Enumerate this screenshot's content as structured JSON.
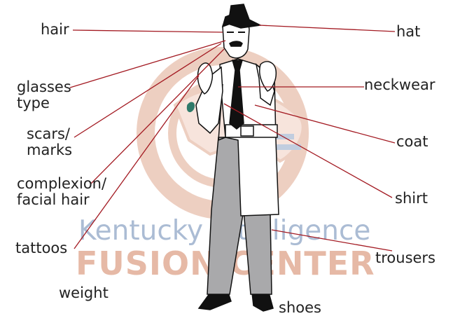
{
  "watermark": {
    "line1": "Kentucky Intelligence",
    "line2": "FUSION CENTER",
    "color_blue": "#8fa6c6",
    "color_orange": "#e0a890"
  },
  "label_color": "#222222",
  "leader_color": "#a31a22",
  "labels": {
    "hair": "hair",
    "hat": "hat",
    "glasses_type": "glasses\ntype",
    "neckwear": "neckwear",
    "scars_marks": "scars/\nmarks",
    "coat": "coat",
    "complexion": "complexion/\nfacial hair",
    "shirt": "shirt",
    "tattoos": "tattoos",
    "trousers": "trousers",
    "weight": "weight",
    "shoes": "shoes"
  }
}
